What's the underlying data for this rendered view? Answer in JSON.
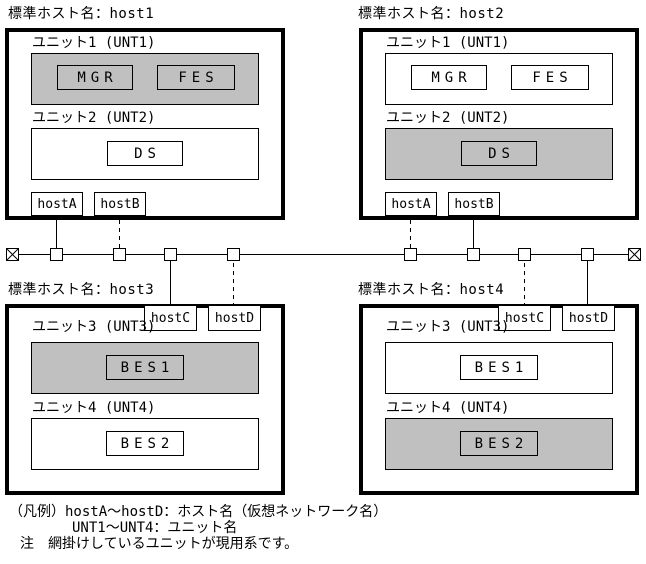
{
  "colors": {
    "shade": "#c0c0c0",
    "line": "#000000",
    "background": "#ffffff"
  },
  "hosts": [
    {
      "title": "標準ホスト名：host1",
      "units": [
        {
          "label": "ユニット1 (UNT1)",
          "shaded": true,
          "servers": [
            {
              "name": "MGR"
            },
            {
              "name": "FES"
            }
          ]
        },
        {
          "label": "ユニット2 (UNT2)",
          "shaded": false,
          "servers": [
            {
              "name": "DS"
            }
          ]
        }
      ],
      "ports": [
        {
          "name": "hostA",
          "line": "solid"
        },
        {
          "name": "hostB",
          "line": "dashed"
        }
      ],
      "port_side": "bottom"
    },
    {
      "title": "標準ホスト名：host2",
      "units": [
        {
          "label": "ユニット1 (UNT1)",
          "shaded": false,
          "servers": [
            {
              "name": "MGR"
            },
            {
              "name": "FES"
            }
          ]
        },
        {
          "label": "ユニット2 (UNT2)",
          "shaded": true,
          "servers": [
            {
              "name": "DS"
            }
          ]
        }
      ],
      "ports": [
        {
          "name": "hostA",
          "line": "dashed"
        },
        {
          "name": "hostB",
          "line": "solid"
        }
      ],
      "port_side": "bottom"
    },
    {
      "title": "標準ホスト名：host3",
      "units": [
        {
          "label": "ユニット3 (UNT3)",
          "shaded": true,
          "servers": [
            {
              "name": "BES1"
            }
          ]
        },
        {
          "label": "ユニット4 (UNT4)",
          "shaded": false,
          "servers": [
            {
              "name": "BES2"
            }
          ]
        }
      ],
      "ports": [
        {
          "name": "hostC",
          "line": "solid"
        },
        {
          "name": "hostD",
          "line": "dashed"
        }
      ],
      "port_side": "top"
    },
    {
      "title": "標準ホスト名：host4",
      "units": [
        {
          "label": "ユニット3 (UNT3)",
          "shaded": false,
          "servers": [
            {
              "name": "BES1"
            }
          ]
        },
        {
          "label": "ユニット4 (UNT4)",
          "shaded": true,
          "servers": [
            {
              "name": "BES2"
            }
          ]
        }
      ],
      "ports": [
        {
          "name": "hostC",
          "line": "dashed"
        },
        {
          "name": "hostD",
          "line": "solid"
        }
      ],
      "port_side": "top"
    }
  ],
  "network": {
    "terminator_icon": "crossed-box",
    "tap_icon": "square-tap"
  },
  "legend": {
    "line1": "（凡例）hostA～hostD：ホスト名（仮想ネットワーク名）",
    "line2": "UNT1～UNT4：ユニット名",
    "note": "注　網掛けしているユニットが現用系です。"
  }
}
